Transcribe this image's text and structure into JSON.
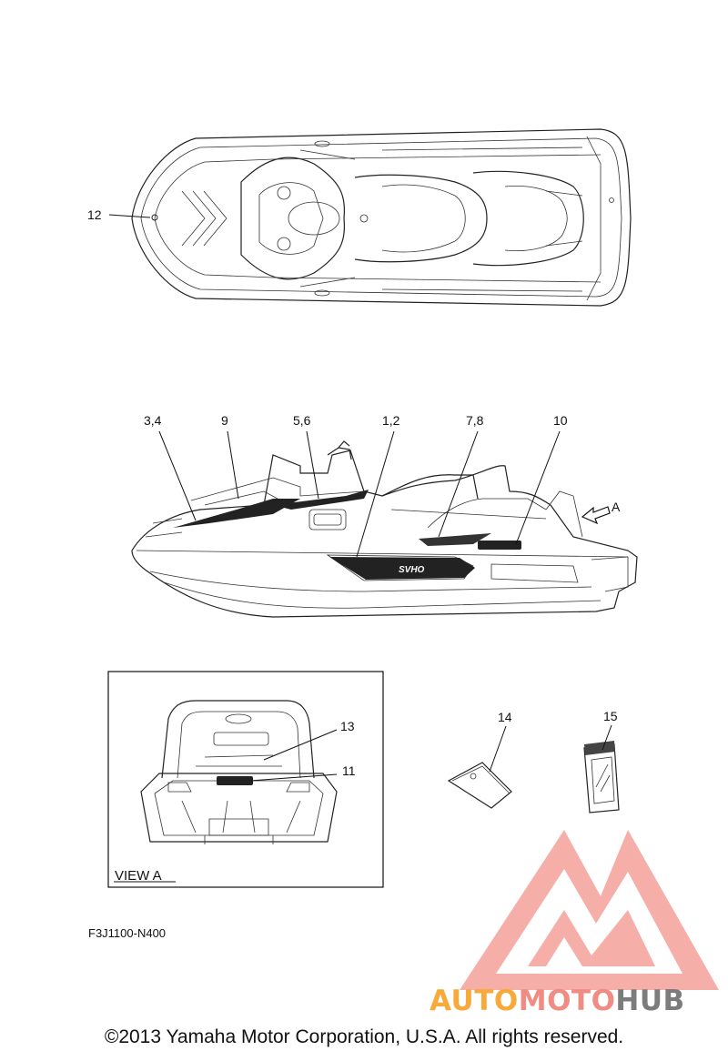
{
  "top_view": {
    "callouts": [
      {
        "label": "12"
      }
    ]
  },
  "side_view": {
    "callouts": [
      {
        "label": "3,4"
      },
      {
        "label": "9"
      },
      {
        "label": "5,6"
      },
      {
        "label": "1,2"
      },
      {
        "label": "7,8"
      },
      {
        "label": "10"
      }
    ],
    "arrow_label": "A",
    "decal_text": "SVHO"
  },
  "view_a": {
    "title": "VIEW A",
    "callouts": [
      {
        "label": "13"
      },
      {
        "label": "11"
      }
    ]
  },
  "loose_parts": {
    "callouts": [
      {
        "label": "14"
      },
      {
        "label": "15"
      }
    ]
  },
  "figure_code": "F3J1100-N400",
  "watermark": {
    "part1": "AUTO",
    "part2": "MOTO",
    "part3": "HUB",
    "colors": {
      "orange": "#f7a93a",
      "salmon": "#f08c84",
      "gray": "#7c7c7c"
    }
  },
  "copyright": "©2013 Yamaha Motor Corporation, U.S.A. All rights reserved."
}
